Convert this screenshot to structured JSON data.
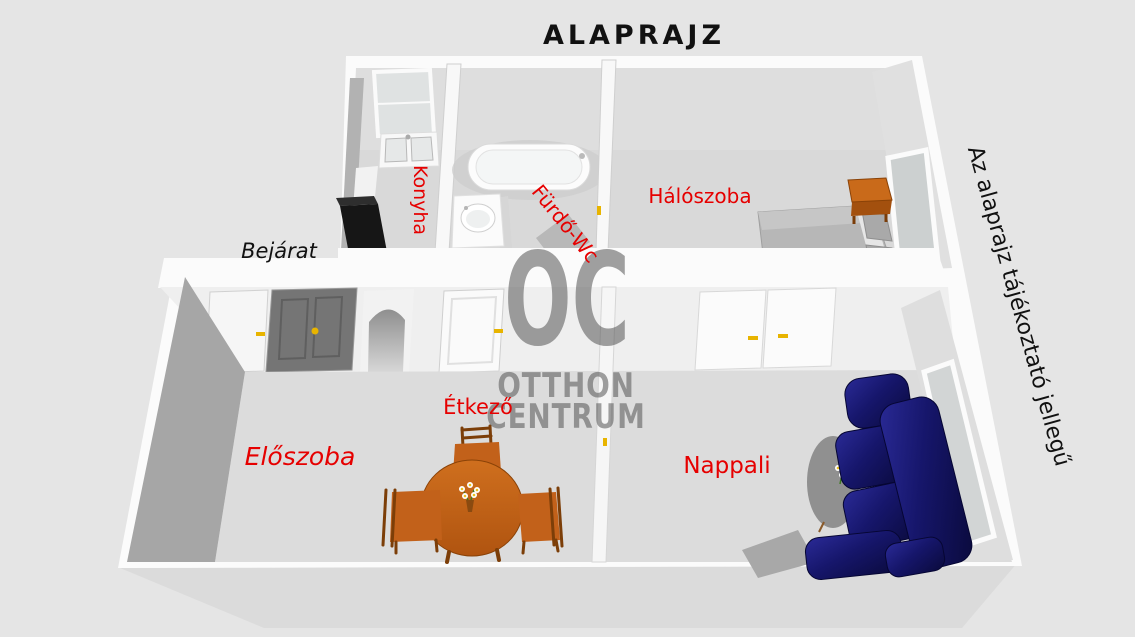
{
  "title": "ALAPRAJZ",
  "disclaimer": "Az alaprajz tájékoztató jellegű",
  "watermark": {
    "logo": "OC",
    "line1": "OTTHON",
    "line2": "CENTRUM"
  },
  "labels": {
    "entrance": "Bejárat",
    "kitchen": "Konyha",
    "bathroom": "Fürdő-Wc",
    "bedroom": "Hálószoba",
    "hallway": "Előszoba",
    "dining": "Étkező",
    "living": "Nappali"
  },
  "colors": {
    "room_label": "#e60000",
    "wall_white": "#fbfbfb",
    "floor_gray": "#dcdcdc",
    "furniture_orange": "#c2611a",
    "sofa_navy": "#16166b",
    "watermark_gray": "#555555",
    "handle_gold": "#e8b400"
  }
}
